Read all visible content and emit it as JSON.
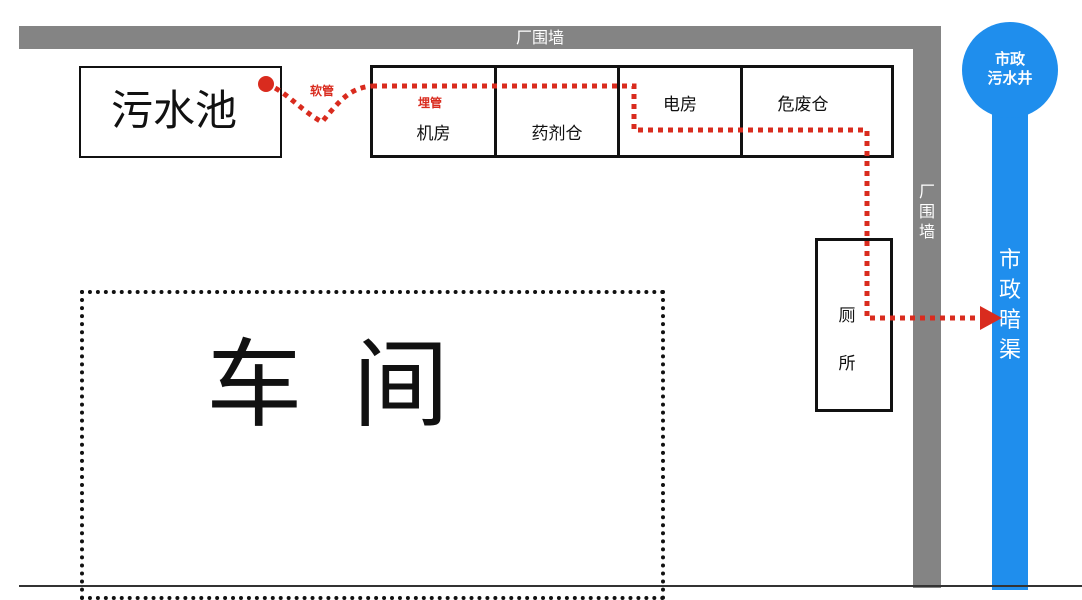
{
  "walls": {
    "top_label": "厂围墙",
    "right_label": "厂\n围\n墙"
  },
  "sewage_pool": {
    "label": "污水池"
  },
  "hose": {
    "label": "软管"
  },
  "buried_pipe": {
    "label": "埋管"
  },
  "rooms": {
    "machine_room": "机房",
    "chemical_store": "药剂仓",
    "power_room": "电房",
    "hazwaste_store": "危废仓",
    "toilet": "厕\n所"
  },
  "workshop": {
    "label": "车 间"
  },
  "municipal": {
    "well_label": "市政\n污水井",
    "culvert_label": "市\n政\n暗\n渠"
  },
  "colors": {
    "pipe_red": "#d92b1e",
    "municipal_blue": "#1f8eed",
    "wall_gray": "#848484"
  }
}
